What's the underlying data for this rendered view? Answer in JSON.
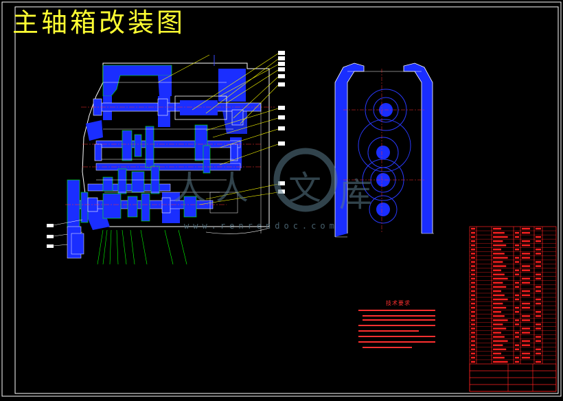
{
  "title": "主轴箱改装图",
  "watermark": {
    "chars": [
      "人",
      "人",
      "文",
      "库"
    ],
    "url": "www.renrendoc.com"
  },
  "requirements": {
    "heading": "技术要求"
  },
  "colors": {
    "background": "#000000",
    "title": "#ffff33",
    "frame": "#ffffff",
    "part_fill": "#1a2eff",
    "section_line": "#00ff00",
    "leader": "#ffff00",
    "table": "#ff2020",
    "notes": "#ff3030"
  }
}
